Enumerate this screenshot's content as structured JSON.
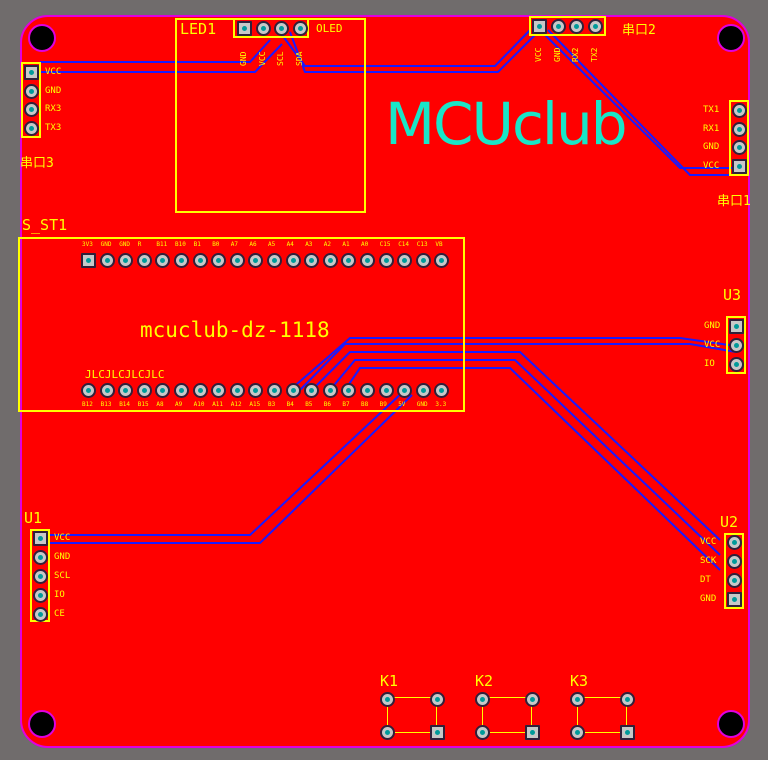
{
  "logo": "MCUclub",
  "board_title": "mcuclub-dz-1118",
  "jlc_text": "JLCJLCJLCJLC",
  "serial3": {
    "designator": "串口3",
    "pins": [
      "VCC",
      "GND",
      "RX3",
      "TX3"
    ]
  },
  "led1": {
    "designator": "LED1",
    "comment": "OLED",
    "pins": [
      "GND",
      "VCC",
      "SCL",
      "SDA"
    ]
  },
  "serial2": {
    "designator": "串口2",
    "pins": [
      "VCC",
      "GND",
      "RX2",
      "TX2"
    ]
  },
  "serial1": {
    "designator": "串口1",
    "pins": [
      "TX1",
      "RX1",
      "GND",
      "VCC"
    ]
  },
  "s_st1": {
    "designator": "S_ST1",
    "top_pins": [
      "3V3",
      "GND",
      "GND",
      "R",
      "B11",
      "B10",
      "B1",
      "B0",
      "A7",
      "A6",
      "A5",
      "A4",
      "A3",
      "A2",
      "A1",
      "A0",
      "C15",
      "C14",
      "C13",
      "VB"
    ],
    "bottom_pins": [
      "B12",
      "B13",
      "B14",
      "B15",
      "A8",
      "A9",
      "A10",
      "A11",
      "A12",
      "A15",
      "B3",
      "B4",
      "B5",
      "B6",
      "B7",
      "B8",
      "B9",
      "5V",
      "GND",
      "3.3"
    ]
  },
  "u3": {
    "designator": "U3",
    "pins": [
      "GND",
      "VCC",
      "IO"
    ]
  },
  "u2": {
    "designator": "U2",
    "pins": [
      "VCC",
      "SCK",
      "DT",
      "GND"
    ]
  },
  "u1": {
    "designator": "U1",
    "pins": [
      "VCC",
      "GND",
      "SCL",
      "IO",
      "CE"
    ]
  },
  "keys": [
    "K1",
    "K2",
    "K3"
  ]
}
